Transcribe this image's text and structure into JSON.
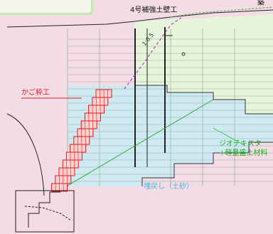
{
  "labels": {
    "wall_title": "4号補強土壁工",
    "basket": "かご枠工",
    "slope": "1:0.5",
    "geotextile_line1": "ジオテキスタ",
    "geotextile_line2": "+軽量盛土材料",
    "backfill": "埋戻し（土砂）",
    "corner": "築"
  },
  "colors": {
    "background": "#f3dce6",
    "basket_red": "#e01b1b",
    "fill_green": "#33cc33",
    "lower_blue": "#c9e8f2",
    "dashed_purple": "#b040c0",
    "line": "#333333"
  }
}
